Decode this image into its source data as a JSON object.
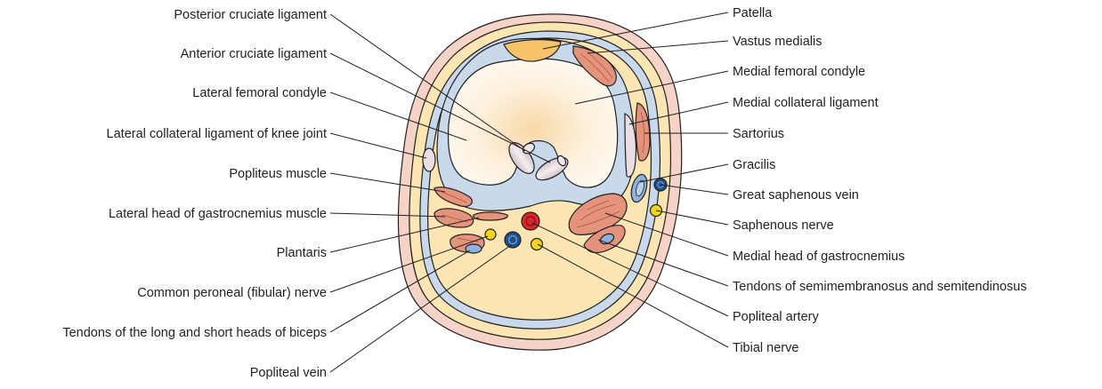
{
  "labels_left": [
    "Posterior cruciate ligament",
    "Anterior cruciate ligament",
    "Lateral femoral condyle",
    "Lateral collateral ligament of knee joint",
    "Popliteus muscle",
    "Lateral head of gastrocnemius muscle",
    "Plantaris",
    "Common peroneal (fibular) nerve",
    "Tendons of the long and short heads of biceps",
    "Popliteal vein"
  ],
  "labels_right": [
    "Patella",
    "Vastus medialis",
    "Medial femoral condyle",
    "Medial collateral ligament",
    "Sartorius",
    "Gracilis",
    "Great saphenous vein",
    "Saphenous nerve",
    "Medial head of gastrocnemius",
    "Tendons of semimembranosus and semitendinosus",
    "Popliteal artery",
    "Tibial nerve"
  ],
  "colors": {
    "skin": "#f6d3c7",
    "fat": "#fbe6b3",
    "fascia": "#c8d9ec",
    "bone": "#fdf4e1",
    "muscle": "#e4937c",
    "artery": "#d7262c",
    "vein": "#1f4e8c",
    "nerve": "#f5d416",
    "patella": "#f7c26a",
    "ligament": "#e8dfe3"
  }
}
